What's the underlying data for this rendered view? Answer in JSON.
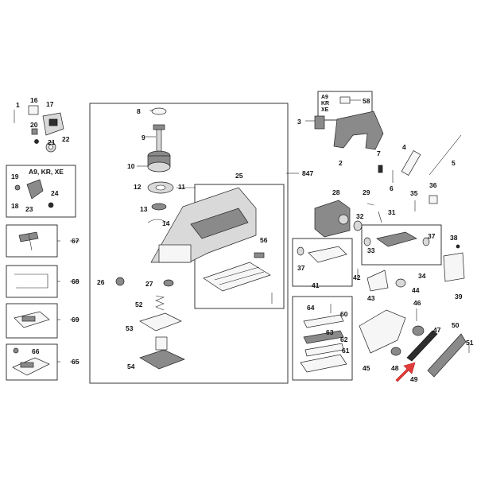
{
  "diagram": {
    "part_labels": [
      "1",
      "16",
      "17",
      "20",
      "21",
      "22",
      "19",
      "18",
      "23",
      "24",
      "8",
      "9",
      "10",
      "12",
      "11",
      "13",
      "14",
      "25",
      "26",
      "27",
      "52",
      "53",
      "54",
      "56",
      "847",
      "58",
      "3",
      "2",
      "7",
      "4",
      "5",
      "6",
      "28",
      "29",
      "31",
      "32",
      "33",
      "35",
      "36",
      "37",
      "34",
      "38",
      "39",
      "42",
      "43",
      "44",
      "41",
      "64",
      "60",
      "62",
      "63",
      "61",
      "65",
      "66",
      "67",
      "68",
      "69",
      "46",
      "47",
      "50",
      "51",
      "45",
      "48",
      "49"
    ],
    "group_label": "A9, KR, XE",
    "sticker_label": "A9\nKR\nXE",
    "sticker_lines": [
      "A9",
      "KR",
      "XE"
    ],
    "highlight_color": "#e23b3b"
  }
}
